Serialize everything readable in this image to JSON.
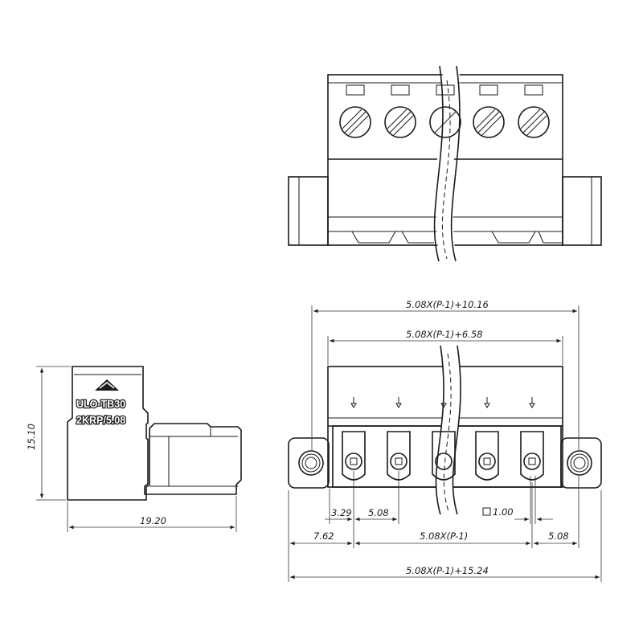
{
  "side_view": {
    "logo_line1": "ULO-TB30",
    "logo_line2": "2KRP/5.08",
    "dim_height": "15.10",
    "dim_depth": "19.20"
  },
  "front_view": {
    "dim_overall_top": "5.08X(P-1)+10.16",
    "dim_body": "5.08X(P-1)+6.58",
    "dim_offset": "3.29",
    "dim_pitch": "5.08",
    "dim_pin": "1.00",
    "dim_flange": "7.62",
    "dim_span": "5.08X(P-1)",
    "dim_end_pitch": "5.08",
    "dim_overall_bottom": "5.08X(P-1)+15.24"
  }
}
